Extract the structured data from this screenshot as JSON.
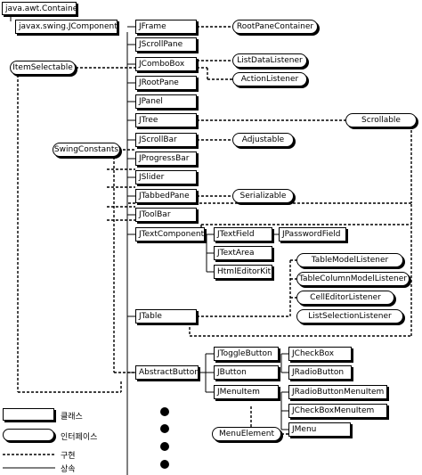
{
  "classes": {
    "container": "java.awt.Container",
    "jcomponent": "javax.swing.JComponent",
    "jframe": "JFrame",
    "jscrollpane": "JScrollPane",
    "jcombobox": "JComboBox",
    "jrootpane": "JRootPane",
    "jpanel": "JPanel",
    "jtree": "JTree",
    "jscrollbar": "JScrollBar",
    "jprogressbar": "JProgressBar",
    "jslider": "JSlider",
    "jtabbedpane": "JTabbedPane",
    "jtoolbar": "JToolBar",
    "jtextcomponent": "JTextComponent",
    "jtextfield": "JTextField",
    "jpasswordfield": "JPasswordField",
    "jtextarea": "JTextArea",
    "htmleditorkit": "HtmlEditorKit",
    "jtable": "JTable",
    "abstractbutton": "AbstractButton",
    "jtogglebutton": "JToggleButton",
    "jcheckbox": "JCheckBox",
    "jradiobutton": "JRadioButton",
    "jbutton": "JButton",
    "jmenuitem": "JMenuItem",
    "jradiobuttonmenuitem": "JRadioButtonMenuItem",
    "jcheckboxmenuitem": "JCheckBoxMenuItem",
    "jmenu": "JMenu"
  },
  "interfaces": {
    "rootpanecontainer": "RootPaneContainer",
    "itemselectable": "ItemSelectable",
    "listdatalistener": "ListDataListener",
    "actionlistener": "ActionListener",
    "scrollable": "Scrollable",
    "adjustable": "Adjustable",
    "swingconstants": "SwingConstants",
    "serializable": "Serializable",
    "tablemodellistener": "TableModelListener",
    "tablecolumnmodellistener": "TableColumnModelListener",
    "celleditorlistener": "CellEditorListener",
    "listselectionlistener": "ListSelectionListener",
    "menuelement": "MenuElement"
  },
  "legend": {
    "class": "클래스",
    "interface": "인터페이스",
    "implements": "구현",
    "extends": "상속"
  },
  "colors": {
    "line": "#000000",
    "background": "#ffffff"
  }
}
